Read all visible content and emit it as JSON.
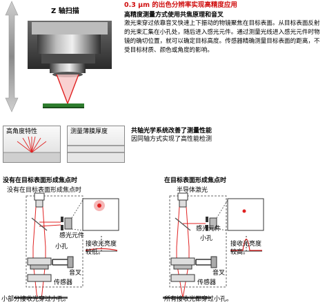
{
  "top": {
    "z_scan_label": "Z 轴扫描",
    "headline": "0.3 µm 的出色分辨率实现高精度应用",
    "subhead": "高精度测量方式使用共焦原理和音叉",
    "body_lines": [
      "激光束穿过依靠音叉快速上下振动的物镜聚焦在目标表面。从目标表面反射",
      "的光束汇集在小孔处，随后进入感光元件。通过测量光线进入感光元件时物",
      "镜的确切位置，就可以确定目标高度。传感器精确测量目标表面的距离，不",
      "受目标材质、颜色或角度的影响。"
    ]
  },
  "middle": {
    "box1_label": "高角度特性",
    "box2_label": "测量薄膜厚度",
    "coaxial_title": "共轴光学系统改善了测量性能",
    "coaxial_desc": "因同轴方式实现了高性能检测"
  },
  "left_diagram": {
    "title": "没有在目标表面形成焦点时",
    "subtitle": "没有在目标表面形成焦点时",
    "sensor_label": "感光元件",
    "pinhole_label": "小孔",
    "fork_label": "音叉",
    "detector_label": "传感器",
    "receive_text_1": "接收光亮度",
    "receive_text_2": "较低。",
    "bottom_text": "小部分接收光穿过小孔。"
  },
  "right_diagram": {
    "title": "在目标表面形成焦点时",
    "subtitle": "半导体激光",
    "sensor_label": "感光元件",
    "pinhole_label": "小孔",
    "fork_label": "音叉",
    "detector_label": "传感器",
    "receive_text_1": "接收光亮度",
    "receive_text_2": "较高。",
    "bottom_text": "所有接收光都穿过小孔。"
  },
  "colors": {
    "headline_red": "#d01010",
    "beam_red": "#e02020",
    "target_green": "#2e7d2e"
  }
}
